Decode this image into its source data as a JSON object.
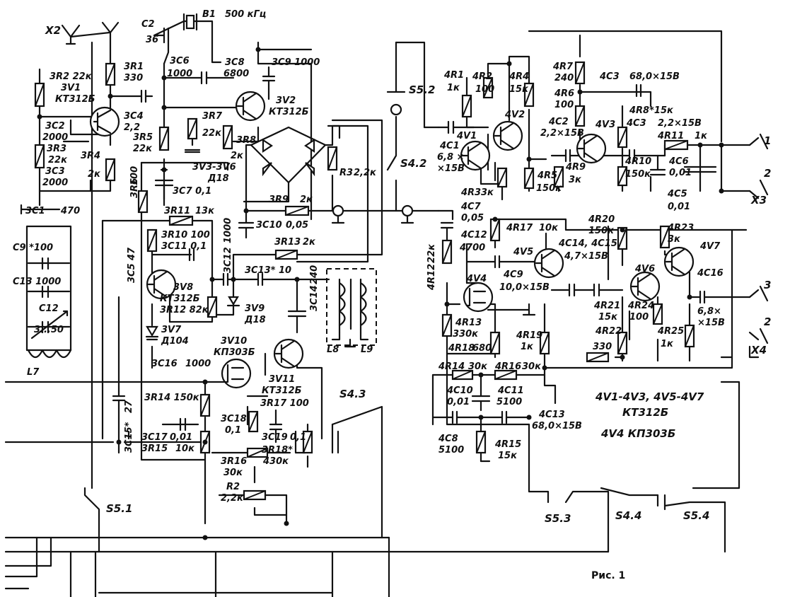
{
  "figure": {
    "caption": "Рис. 1",
    "legend": [
      "4V1-4V3, 4V5-4V7",
      "КТ312Б",
      "4V4  КП303Б"
    ]
  },
  "connectors": {
    "x2": "X2",
    "x3": "X3",
    "x4": "X4",
    "x3_pin1": "1",
    "x3_pin2": "2",
    "x4_pin3": "3",
    "x4_pin2": "2"
  },
  "crystal": {
    "ref": "B1",
    "value": "500 кГц"
  },
  "tuning": {
    "c9": "C9 *100",
    "c13": "C13 1000",
    "c12": "C12",
    "c12_value": "3...50",
    "l7": "L7",
    "c1_3": "3C1",
    "c1_3_value": "470"
  },
  "block3": {
    "r2": "3R2 22к",
    "v1": "3V1",
    "v1_type": "КТ312Б",
    "c2": "3C2",
    "c2_value": "2000",
    "r3": "3R3",
    "r3_value": "22к",
    "c3": "3C3",
    "c3_value": "2000",
    "r4": "3R4",
    "r4_value": "2к",
    "r1": "3R1",
    "r1_value": "330",
    "c4": "3C4",
    "c4_value": "2,2",
    "c2_top": "C2",
    "c2_top_value": "36",
    "c6": "3C6",
    "c6_value": "1000",
    "c8": "3C8",
    "c8_value": "6800",
    "c9": "3C9 1000",
    "v2": "3V2",
    "v2_type": "КТ312Б",
    "r7": "3R7",
    "r7_value": "22к",
    "r8": "3R8",
    "r8_value": "2к",
    "r5": "3R5",
    "r5_value": "22к",
    "bridge": "3V3-3V6",
    "bridge_type": "Д18",
    "c7": "3C7  0,1",
    "r6": "3R6",
    "r6_value": "100",
    "r3_trim": "R3",
    "r3_trim_value": "2,2к",
    "r9": "3R9",
    "r9_value": "2к",
    "c10": "3C10",
    "c10_value": "0,05",
    "r11": "3R11",
    "r11_value": "13к",
    "r10": "3R10 100",
    "c11": "3C11 0,1",
    "c12": "3C12",
    "c12_value": "1000",
    "r13": "3R13",
    "r13_value": "2к",
    "c5": "3C5",
    "c5_value": "47",
    "v8": "3V8",
    "v8_type": "КТ312Б",
    "r12": "3R12 82к",
    "c13": "3C13* 10",
    "v9": "3V9",
    "v9_type": "Д18",
    "c14": "3C14",
    "c14_value": "240",
    "v7": "3V7",
    "v7_type": "Д104",
    "l8": "L8",
    "l9": "L9",
    "v10": "3V10",
    "v10_type": "КП303Б",
    "c16": "3C16",
    "c16_value": "1000",
    "v11": "3V11",
    "v11_type": "КТ312Б",
    "r14": "3R14 150к",
    "c17": "3C17",
    "c17_value": "0,01",
    "r15": "3R15",
    "r15_value": "10к",
    "c18": "3C18",
    "c18_value": "0,1",
    "r16": "3R16",
    "r16_value": "30к",
    "r17": "3R17 100",
    "c19": "3C19",
    "c19_value": "0,1",
    "r18": "3R18*",
    "r18_value": "430к",
    "c15": "3C15*",
    "c15_value": "27",
    "r2_pot": "R2",
    "r2_pot_value": "2,2к"
  },
  "switches": {
    "s51": "S5.1",
    "s52": "S5.2",
    "s53": "S5.3",
    "s54": "S5.4",
    "s42": "S4.2",
    "s43": "S4.3",
    "s44": "S4.4"
  },
  "block4": {
    "r1": "4R1",
    "r1_value": "1к",
    "r2": "4R2",
    "r2_value": "100",
    "r4": "4R4",
    "r4_value": "15к",
    "c1": "4C1",
    "c1_value": "6,8 ×",
    "c1_value2": "×15В",
    "v1": "4V1",
    "v2": "4V2",
    "r3": "4R3",
    "r3_value": "3к",
    "r7": "4R7",
    "r7_value": "240",
    "r6": "4R6",
    "r6_value": "100",
    "c3": "4C3",
    "c3_value": "68,0×15В",
    "c2": "4C2",
    "c2_value": "2,2×15В",
    "r8": "4R8*15к",
    "c3b": "4C3",
    "c3b_value": "2,2×15В",
    "v3": "4V3",
    "r11": "4R11",
    "r11_value": "1к",
    "r5": "4R5",
    "r5_value": "150к",
    "r9": "4R9",
    "r9_value": "3к",
    "r10": "4R10",
    "r10_value": "150к",
    "c6": "4C6",
    "c6_value": "0,01",
    "c5": "4C5",
    "c5_value": "0,01",
    "c7": "4C7",
    "c7_value": "0,05",
    "r12": "4R12",
    "r12_value": "22к",
    "c12": "4C12",
    "c12_value": "4700",
    "r17": "4R17",
    "r17_value": "10к",
    "v5": "4V5",
    "c14": "4C14, 4C15",
    "c14_value": "4,7×15В",
    "r20": "4R20",
    "r20_value": "150к",
    "r23": "4R23",
    "r23_value": "3к",
    "v7": "4V7",
    "v4": "4V4",
    "c9": "4C9",
    "c9_value": "10,0×15В",
    "v6": "4V6",
    "c16": "4C16",
    "r13": "4R13",
    "r13_value": "330к",
    "r18": "4R18",
    "r18_value": "680",
    "r19": "4R19",
    "r19_value": "1к",
    "r21": "4R21",
    "r21_value": "15к",
    "r24": "4R24",
    "r24_value": "100",
    "r22": "4R22",
    "r25": "4R25",
    "r25_value": "1к",
    "c16_value": "6,8×",
    "c16_value2": "×15В",
    "r22_value": "330",
    "r14": "4R14",
    "r14_value": "30к",
    "r16": "4R16",
    "r16_value": "30к",
    "c10": "4C10",
    "c10_value": "0,01",
    "c11": "4C11",
    "c11_value": "5100",
    "c13": "4C13",
    "c13_value": "68,0×15В",
    "c8": "4C8",
    "c8_value": "5100",
    "r15": "4R15",
    "r15_value": "15к"
  }
}
